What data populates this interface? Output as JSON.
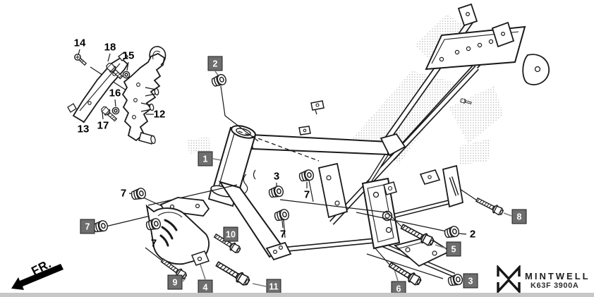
{
  "branding": {
    "name": "MINTWELL",
    "diagram_code": "K63F 3900A"
  },
  "direction": {
    "label": "FR."
  },
  "callouts": {
    "boxed": [
      "2",
      "1",
      "7",
      "10",
      "9",
      "4",
      "11",
      "5",
      "6",
      "3",
      "8"
    ],
    "plain": [
      "14",
      "18",
      "15",
      "16",
      "17",
      "13",
      "12",
      "3",
      "7",
      "7",
      "7",
      "7",
      "2"
    ]
  },
  "icons": {
    "frame": "frame-body-line-art",
    "bolt": "flange-bolt-icon",
    "screw": "screw-icon",
    "washer": "washer-icon",
    "grommet": "rubber-grommet-icon",
    "engine_guard": "engine-guard-icon",
    "brackets": "engine-hanger-bracket-icon",
    "direction_arrow": "fr-direction-arrow-icon",
    "logo": "mintwell-logomark-icon"
  },
  "colors": {
    "callout_bg": "#6e6e6e",
    "callout_text": "#ffffff",
    "callout_border": "#1c1c1c",
    "line_art": "#1a1a1a",
    "leader": "#7d7d7d",
    "halftone": "#adadad",
    "bottom_bar": "#c7c7c7",
    "background": "#ffffff"
  }
}
